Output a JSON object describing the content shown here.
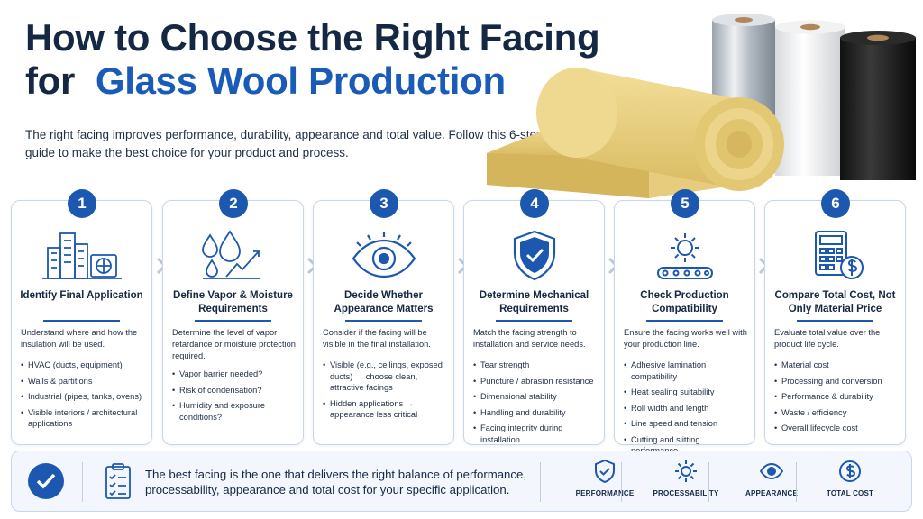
{
  "header": {
    "title_line1": "How to Choose the Right Facing",
    "title_line2_prefix": "for",
    "title_line2_accent": "Glass Wool Production",
    "subtitle": "The right facing improves performance, durability, appearance and total value. Follow this 6-step guide to make the best choice for your product and process."
  },
  "colors": {
    "accent": "#1d58b0",
    "title": "#142743",
    "border": "#c7d6ea"
  },
  "steps": [
    {
      "number": "1",
      "icon": "buildings-icon",
      "title": "Identify Final Application",
      "description": "Understand where and how the insulation will be used.",
      "items": [
        "HVAC (ducts, equipment)",
        "Walls & partitions",
        "Industrial (pipes, tanks, ovens)",
        "Visible interiors / architectural applications"
      ]
    },
    {
      "number": "2",
      "icon": "water-drops-icon",
      "title": "Define Vapor & Moisture Requirements",
      "description": "Determine the level of vapor retardance or moisture protection required.",
      "items": [
        "Vapor barrier needed?",
        "Risk of condensation?",
        "Humidity and exposure conditions?"
      ]
    },
    {
      "number": "3",
      "icon": "eye-icon",
      "title": "Decide Whether Appearance Matters",
      "description": "Consider if the facing will be visible in the final installation.",
      "items": [
        "Visible (e.g., ceilings, exposed ducts) → choose clean, attractive facings",
        "Hidden applications → appearance less critical"
      ]
    },
    {
      "number": "4",
      "icon": "shield-check-icon",
      "title": "Determine Mechanical Requirements",
      "description": "Match the facing strength to installation and service needs.",
      "items": [
        "Tear strength",
        "Puncture / abrasion resistance",
        "Dimensional stability",
        "Handling and durability",
        "Facing integrity during installation"
      ]
    },
    {
      "number": "5",
      "icon": "gear-conveyor-icon",
      "title": "Check Production Compatibility",
      "description": "Ensure the facing works well with your production line.",
      "items": [
        "Adhesive lamination compatibility",
        "Heat sealing suitability",
        "Roll width and length",
        "Line speed and tension",
        "Cutting and slitting performance"
      ]
    },
    {
      "number": "6",
      "icon": "calculator-dollar-icon",
      "title": "Compare Total Cost, Not Only Material Price",
      "description": "Evaluate total value over the product life cycle.",
      "items": [
        "Material cost",
        "Processing and conversion",
        "Performance & durability",
        "Waste / efficiency",
        "Overall lifecycle cost"
      ]
    }
  ],
  "banner": {
    "text": "The best facing is the one that delivers the right balance of performance, processability, appearance and total cost for your specific application.",
    "badges": [
      {
        "icon": "shield-check-icon",
        "label": "PERFORMANCE"
      },
      {
        "icon": "gear-icon",
        "label": "PROCESSABILITY"
      },
      {
        "icon": "eye-icon",
        "label": "APPEARANCE"
      },
      {
        "icon": "dollar-icon",
        "label": "TOTAL COST"
      }
    ]
  }
}
